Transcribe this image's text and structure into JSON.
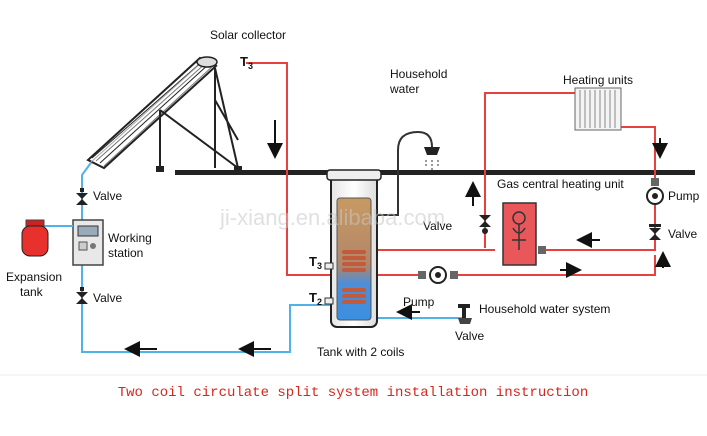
{
  "labels": {
    "solar_collector": "Solar collector",
    "household_water_1": "Household",
    "household_water_2": "water",
    "heating_units": "Heating units",
    "gas_heating_unit": "Gas central heating unit",
    "pump_right": "Pump",
    "valve_right": "Valve",
    "valve_top_left": "Valve",
    "valve_bottom_left": "Valve",
    "working_station_1": "Working",
    "working_station_2": "station",
    "expansion_tank_1": "Expansion",
    "expansion_tank_2": "tank",
    "valve_tank": "Valve",
    "t3_collector": "T3",
    "t3_tank": "T3",
    "t2_tank": "T2",
    "pump_mid": "Pump",
    "household_water_system": "Household water system",
    "valve_household": "Valve",
    "tank_label": "Tank with 2 coils"
  },
  "watermark": "ji-xiang.en.alibaba.com",
  "caption": "Two coil  circulate split system installation instruction",
  "colors": {
    "hot_pipe": "#e8403c",
    "cold_pipe": "#4fb3e8",
    "caption": "#d9261c",
    "tank_hot": "#c89a62",
    "tank_cold": "#3a8fe0",
    "coil": "#c25a3c",
    "heater_box": "#e8585a"
  }
}
